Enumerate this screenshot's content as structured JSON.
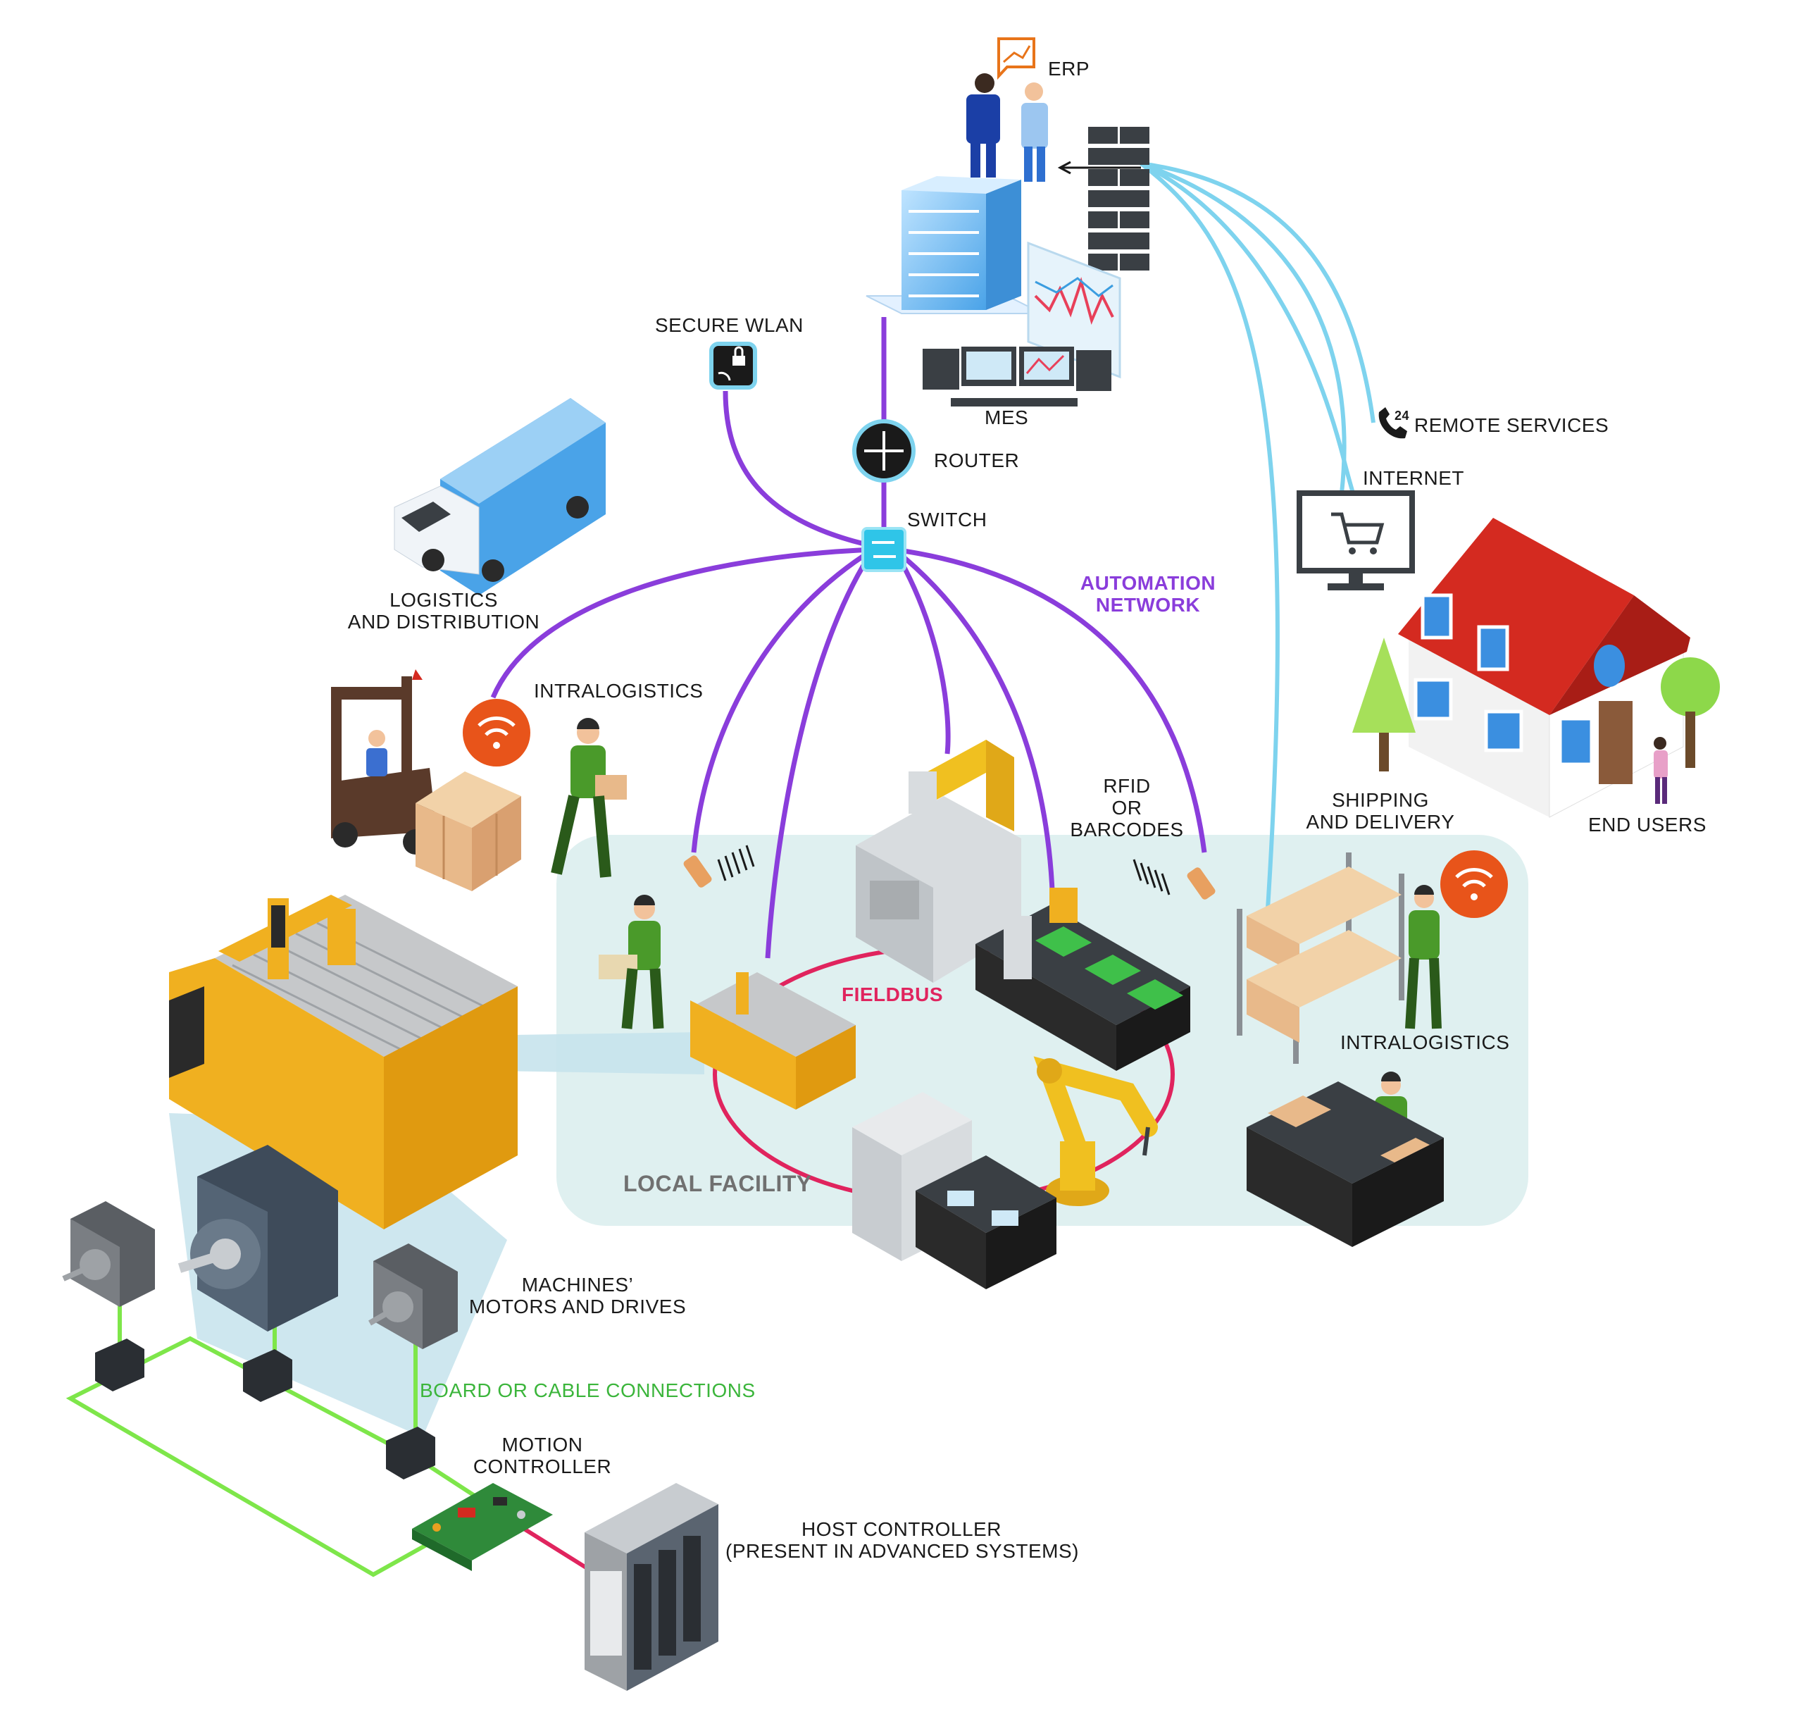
{
  "colors": {
    "automation_network": "#8a3ddb",
    "fieldbus": "#e0245e",
    "internet_link": "#7ed3ee",
    "board_connections": "#7ee64a",
    "local_facility_area": "#dff0f0"
  },
  "labels": {
    "erp": "ERP",
    "secure_wlan": "SECURE WLAN",
    "mes": "MES",
    "router": "ROUTER",
    "switch": "SWITCH",
    "remote_services": "REMOTE SERVICES",
    "remote_services_badge": "24",
    "internet": "INTERNET",
    "logistics_line1": "LOGISTICS",
    "logistics_line2": "AND DISTRIBUTION",
    "automation_line1": "AUTOMATION",
    "automation_line2": "NETWORK",
    "intralogistics_top": "INTRALOGISTICS",
    "rfid_line1": "RFID",
    "rfid_line2": "OR",
    "rfid_line3": "BARCODES",
    "shipping_line1": "SHIPPING",
    "shipping_line2": "AND DELIVERY",
    "end_users": "END USERS",
    "fieldbus": "FIELDBUS",
    "intralogistics_right": "INTRALOGISTICS",
    "local_facility": "LOCAL FACILITY",
    "motors_line1": "MACHINES’",
    "motors_line2": "MOTORS AND DRIVES",
    "board_connections": "BOARD OR CABLE CONNECTIONS",
    "motion_line1": "MOTION",
    "motion_line2": "CONTROLLER",
    "host_line1": "HOST CONTROLLER",
    "host_line2": "(PRESENT IN ADVANCED SYSTEMS)"
  },
  "icons": [
    "erp-people-icon",
    "firewall-icon",
    "server-rack-icon",
    "analytics-screen-icon",
    "mes-monitors-icon",
    "wlan-lock-icon",
    "router-icon",
    "switch-icon",
    "phone-icon",
    "shopping-cart-monitor-icon",
    "house-icon",
    "truck-icon",
    "forklift-icon",
    "wifi-icon",
    "worker-icon",
    "barcode-scanner-icon",
    "cnc-machine-icon",
    "robot-arm-icon",
    "conveyor-icon",
    "warehouse-shelf-icon",
    "servo-motor-icon",
    "stepper-motor-icon",
    "drive-module-icon",
    "motion-controller-board-icon",
    "host-controller-plc-icon"
  ]
}
